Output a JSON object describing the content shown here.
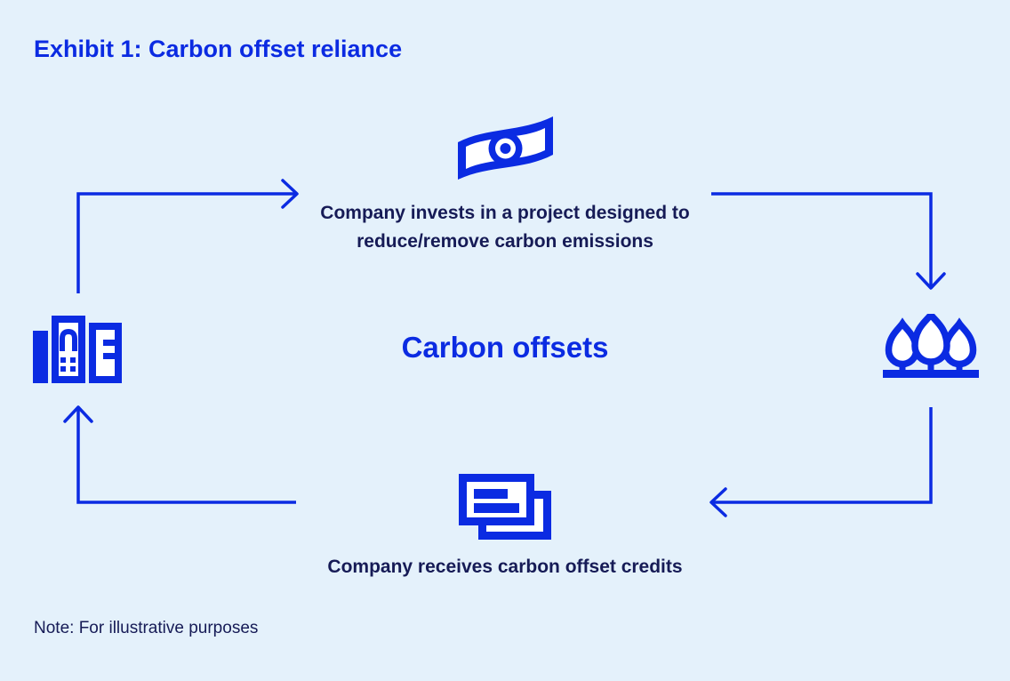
{
  "title": "Exhibit 1: Carbon offset reliance",
  "diagram": {
    "center_label": "Carbon offsets",
    "flow_direction": "clockwise",
    "top": {
      "icon": "banknote-icon",
      "caption": "Company invests in a project designed to reduce/remove carbon emissions"
    },
    "right": {
      "icon": "trees-icon",
      "caption": ""
    },
    "bottom": {
      "icon": "credit-documents-icon",
      "caption": "Company receives carbon offset credits"
    },
    "left": {
      "icon": "buildings-icon",
      "caption": ""
    },
    "arrows": [
      "left-buildings-to-top-invest",
      "top-invest-to-right-trees",
      "right-trees-to-bottom-credits",
      "bottom-credits-to-left-buildings"
    ]
  },
  "note": "Note: For illustrative purposes",
  "colors": {
    "background": "#E4F1FB",
    "accent_blue": "#0B2BE2",
    "text_navy": "#161B56",
    "icon_fill_inner": "#FFFFFF"
  }
}
